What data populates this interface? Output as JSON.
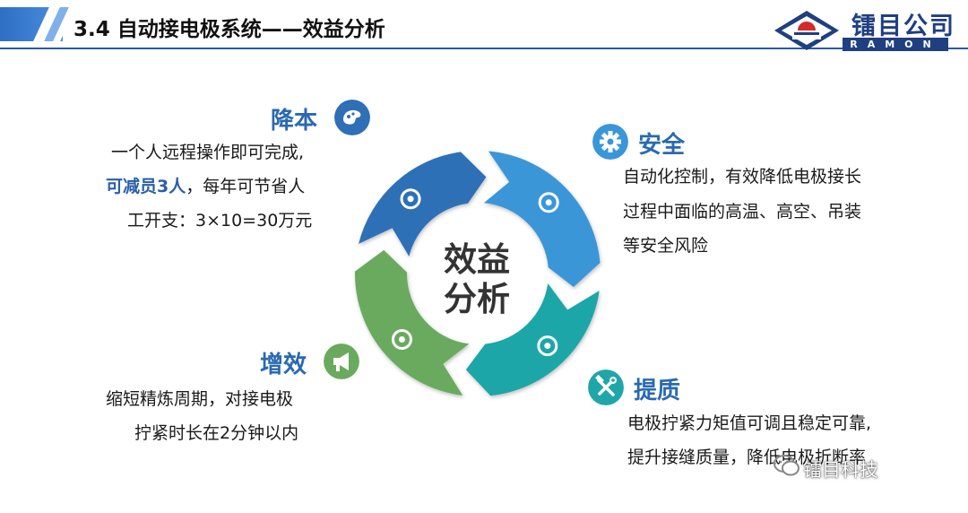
{
  "header": {
    "title": "3.4 自动接电极系统——效益分析",
    "logo_text": "镭目公司",
    "logo_sub": "RAMON"
  },
  "center": {
    "line1": "效益",
    "line2": "分析"
  },
  "sections": {
    "cost": {
      "title": "降本",
      "line1": "一个人远程操作即可完成,",
      "highlight": "可减员3人",
      "line2_rest": "，每年可节省人",
      "line3": "工开支：3×10=30万元",
      "icon": "palette-icon",
      "color": "#2e6fb5"
    },
    "safety": {
      "title": "安全",
      "line1": "自动化控制，有效降低电极接长",
      "line2": "过程中面临的高温、高空、吊装",
      "line3": "等安全风险",
      "icon": "gear-icon",
      "color": "#3a96d8"
    },
    "quality": {
      "title": "提质",
      "line1": "电极拧紧力矩值可调且稳定可靠,",
      "line2": "提升接缝质量，降低电极折断率",
      "icon": "tools-icon",
      "color": "#1fa6a8"
    },
    "efficiency": {
      "title": "增效",
      "line1": "缩短精炼周期，对接电极",
      "line2": "拧紧时长在2分钟以内",
      "icon": "megaphone-icon",
      "color": "#6aaa5e"
    }
  },
  "watermark": {
    "text": "镭目科技"
  }
}
